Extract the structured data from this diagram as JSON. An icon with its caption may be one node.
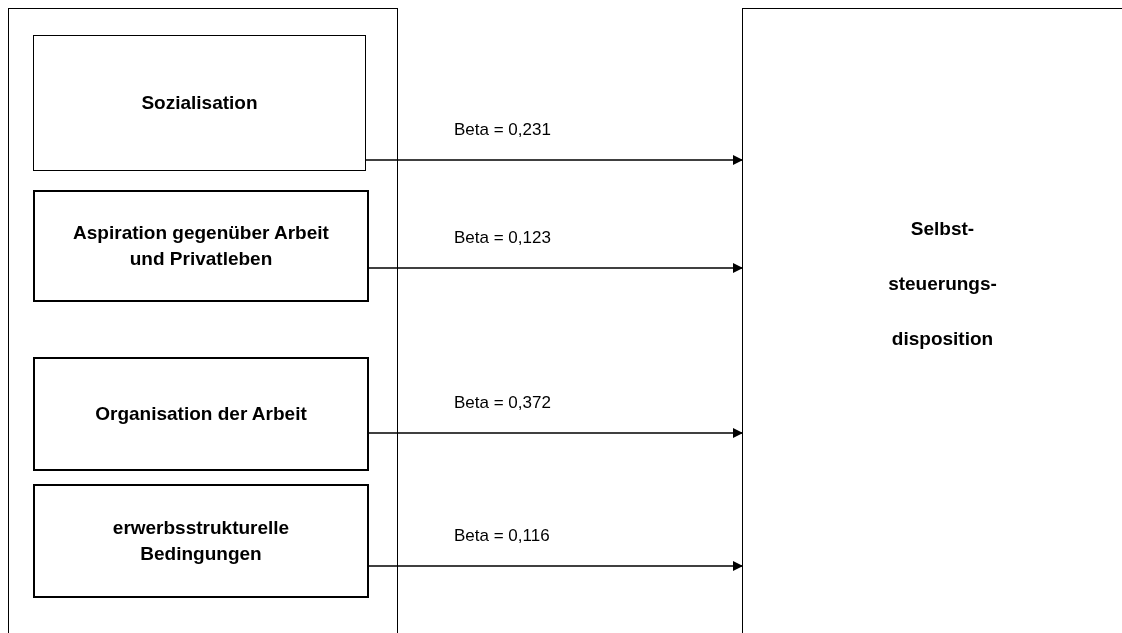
{
  "diagram": {
    "nodes": [
      {
        "text": [],
        "shape": "box"
      },
      {
        "text": [
          "Sozialisation"
        ],
        "in": 0
      },
      {
        "text": [
          "Aspiration gegenüber Arbeit und Privatleben"
        ],
        "in": 0
      },
      {
        "text": [
          "Organisation der Arbeit"
        ],
        "in": 0
      },
      {
        "text": [
          "erwerbsstrukturelle Bedingungen"
        ],
        "in": 0
      },
      {
        "text": [
          "Selbst- steuerungs- disposition"
        ]
      }
    ],
    "edges": [
      {
        "from": 1,
        "to": 5,
        "arrow": "to",
        "label": "Beta = 0,231"
      },
      {
        "from": 2,
        "to": 5,
        "arrow": "to",
        "label": "Beta = 0,123"
      },
      {
        "from": 3,
        "to": 5,
        "arrow": "to",
        "label": "Beta = 0,372"
      },
      {
        "from": 4,
        "to": 5,
        "arrow": "to",
        "label": "Beta = 0,116"
      }
    ]
  }
}
